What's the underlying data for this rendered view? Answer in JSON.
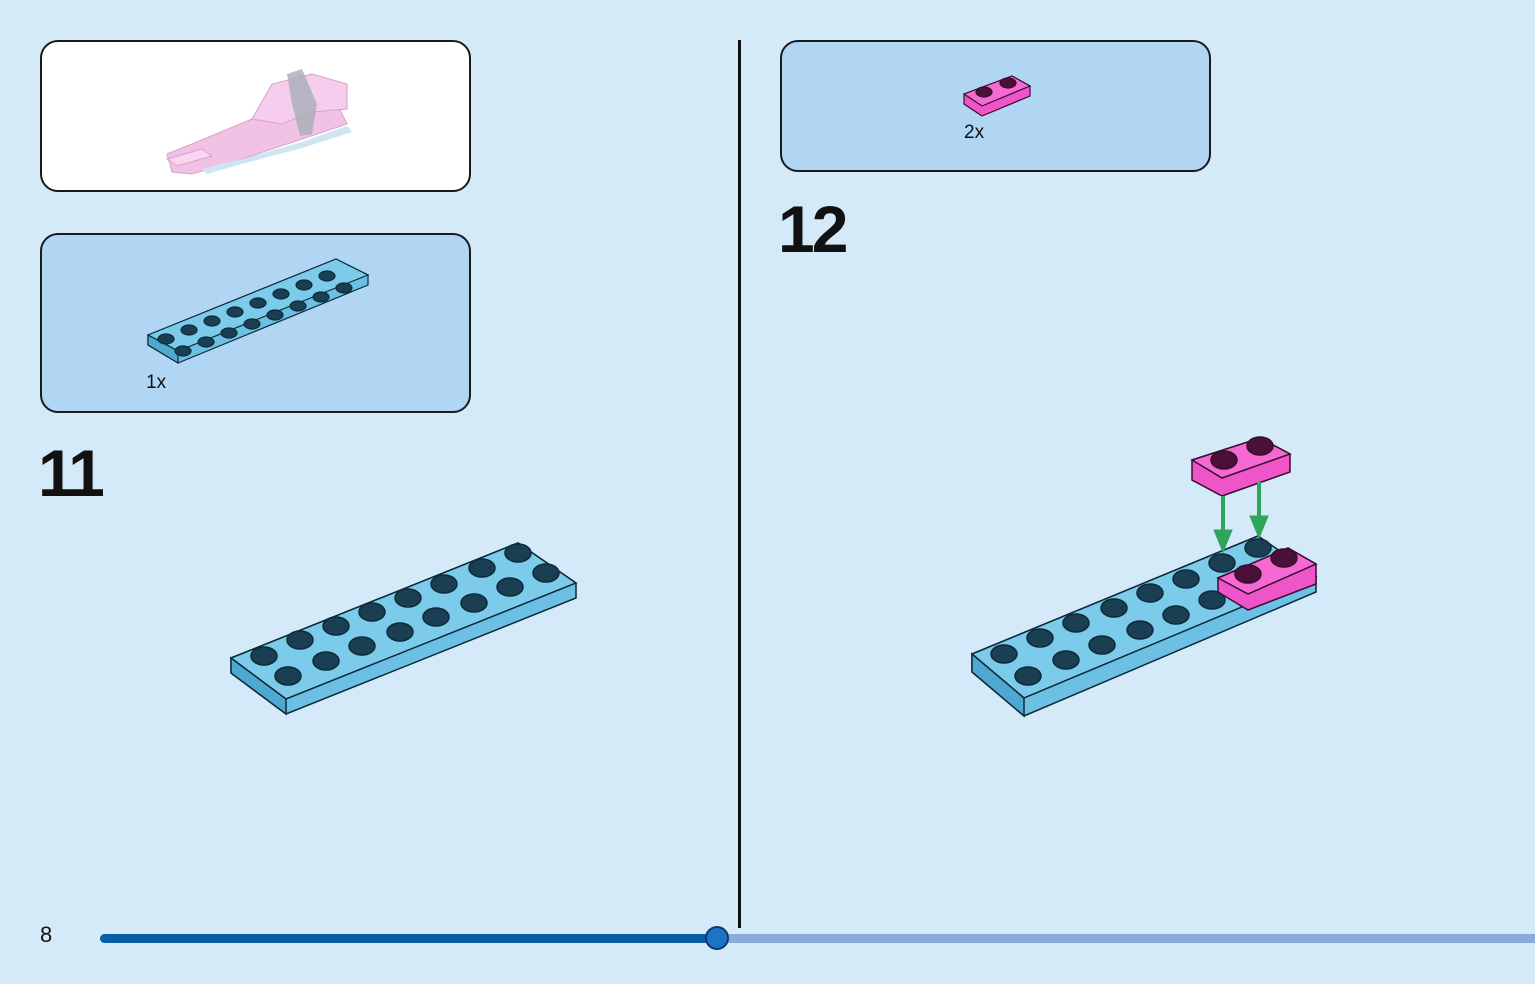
{
  "page": {
    "number": "8"
  },
  "progress": {
    "fraction": 0.4303
  },
  "colors": {
    "background": "#d4eaf9",
    "parts_panel": "#b0d6f3",
    "blue_brick": "#6cc0e4",
    "pink_brick": "#ee55c8",
    "arrow": "#2fa45a"
  },
  "preview": {
    "icon": "pink-vehicle-preview-icon"
  },
  "steps": [
    {
      "number": "11",
      "parts": [
        {
          "qty": "1x",
          "icon": "blue-plate-2x8-icon"
        }
      ]
    },
    {
      "number": "12",
      "parts": [
        {
          "qty": "2x",
          "icon": "pink-plate-1x2-icon"
        }
      ]
    }
  ]
}
